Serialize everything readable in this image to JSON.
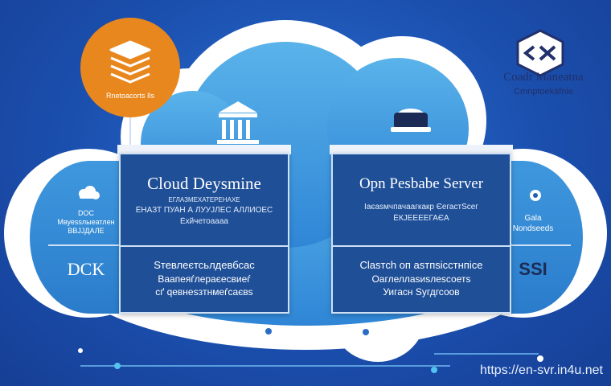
{
  "badge": {
    "label": "Rnetoacorts Ils",
    "icon": "server-stack-icon",
    "color": "#e8871e"
  },
  "brand": {
    "title": "Coadr Maneatna",
    "subtitle": "Cmnptoekäfnie",
    "icon": "logo-icon"
  },
  "left_panel": {
    "title": "Cloud Deysmine",
    "line1": "ЕГЛАЗМЕХАТЕРЕНАХЕ",
    "line2": "ЁНАЗТ ПУАН А ЛУУЈЛЕС АЛЛИОЕС",
    "line3": "Ёхйчетоаааа",
    "lower1": "Sтевлеєтсьлдевбсас",
    "lower2": "Ваапеяѓлераєесвиеѓ",
    "lower3": "сґ qевнеѕзтнмеѓсаєвѕ",
    "icon": "bank-building-icon"
  },
  "right_panel": {
    "title": "Opn Pesbabe Server",
    "line1": "Іаєаѕмчпачаагкакр ЄегастЅсег",
    "line2": "ЁКЈЕЕЕЕГАЄА",
    "lower1": "Сlаѕтсh оп аѕтпѕісстнпісе",
    "lower2": "Оаглеллаѕиѕлеѕсоетѕ",
    "lower3": "Уигасн Sугдгсоов",
    "icon": "cloud-server-icon"
  },
  "left_wing": {
    "line1": "DOC",
    "line2": "Мвуеѕѕлыеатлен",
    "line3": "ВВЈЈДАЛЕ",
    "code": "DCK",
    "icon": "cloud-icon"
  },
  "right_wing": {
    "line1": "Gala",
    "line2": "Nondseeds",
    "code": "SSI",
    "icon": "info-icon"
  },
  "watermark": "https://en-svr.in4u.net",
  "colors": {
    "background": "#1b4fae",
    "panel": "#1f4f97",
    "cloud": "#ffffff",
    "accent": "#e8871e",
    "brand": "#22306b"
  }
}
